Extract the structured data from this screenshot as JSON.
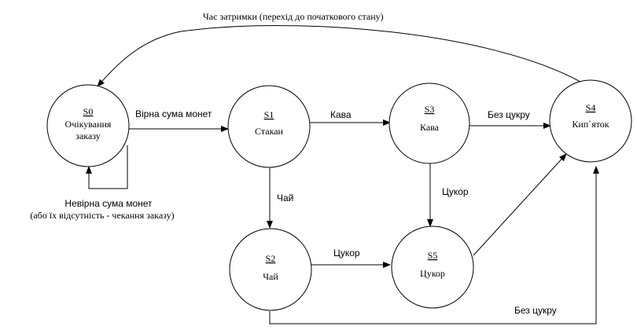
{
  "colors": {
    "line": "#000000",
    "background": "#ffffff"
  },
  "states": {
    "s0": {
      "id": "S0",
      "name_line1": "Очікування",
      "name_line2": "заказу"
    },
    "s1": {
      "id": "S1",
      "name_line1": "Стакан"
    },
    "s2": {
      "id": "S2",
      "name_line1": "Чай"
    },
    "s3": {
      "id": "S3",
      "name_line1": "Кава"
    },
    "s4": {
      "id": "S4",
      "name_line1": "Кип`яток"
    },
    "s5": {
      "id": "S5",
      "name_line1": "Цукор"
    }
  },
  "transitions": {
    "s4_to_s0": "Час затримки (перехід до початкового стану)",
    "s0_to_s1": "Вірна сума монет",
    "s0_self_line1": "Невірна сума монет",
    "s0_self_line2": "(або їх відсутність - чекання заказу)",
    "s1_to_s3": "Кава",
    "s1_to_s2": "Чай",
    "s3_to_s4": "Без цукру",
    "s3_to_s5": "Цукор",
    "s2_to_s5": "Цукор",
    "s2_to_s4": "Без цукру"
  }
}
